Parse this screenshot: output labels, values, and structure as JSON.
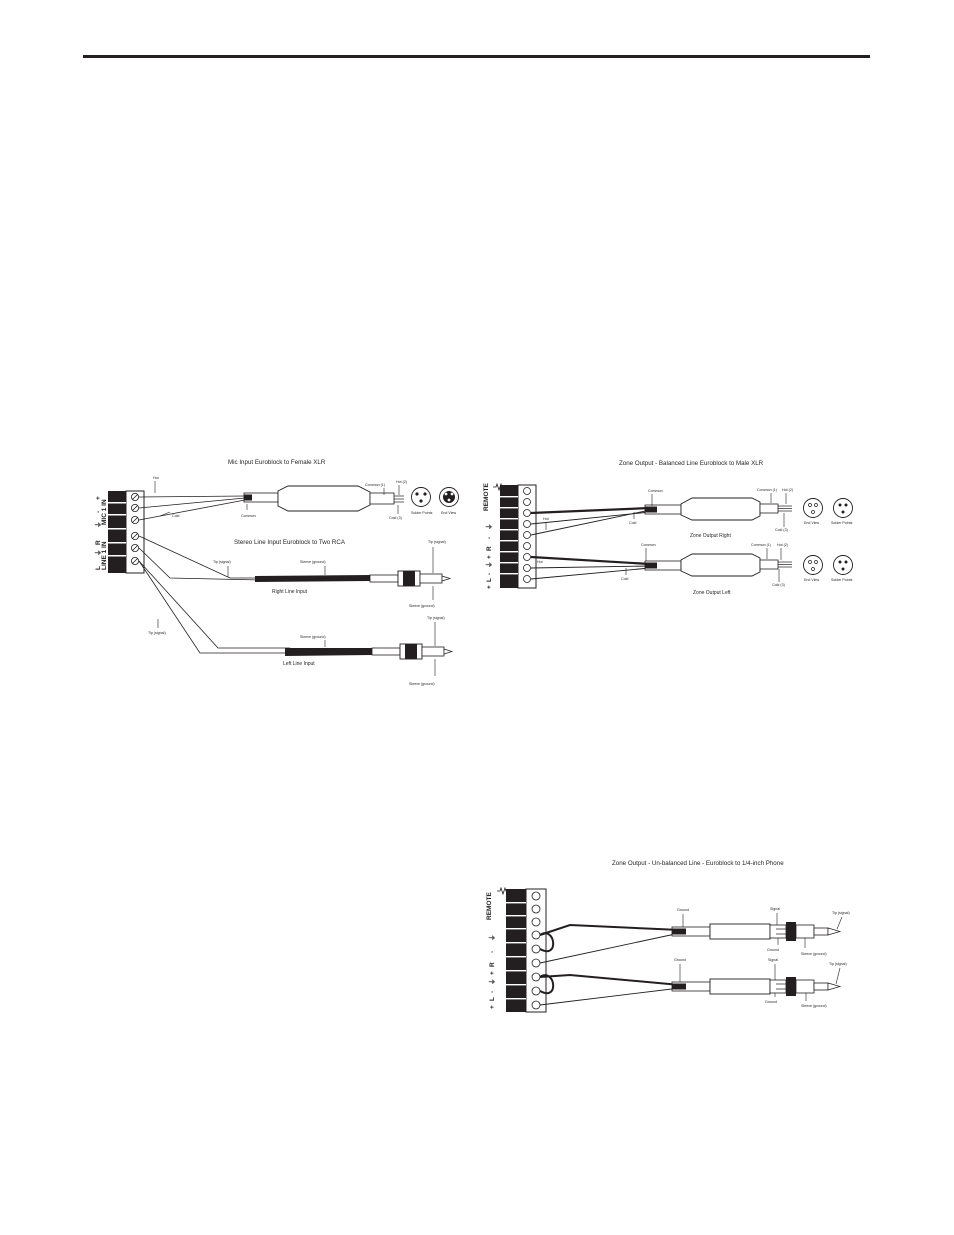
{
  "fig1": {
    "title": "Mic Input Euroblock to  Female XLR",
    "side_labels": [
      "L",
      "⏚",
      "R",
      "LINE 1 IN",
      "⏚",
      "-",
      "+",
      "MIC 1 IN"
    ],
    "hot": "Hot",
    "cold": "Cold",
    "common": "Common",
    "xlr_common": "Common (1)",
    "xlr_hot": "Hot (2)",
    "xlr_cold": "Cold (3)",
    "solder_points": "Solder Points",
    "end_view": "End View"
  },
  "fig2": {
    "title": "Stereo Line Input Euroblock to  Two RCA",
    "tip_signal_r": "Tip (signal)",
    "sleeve_ground_r": "Sleeve (ground)",
    "right_line_input": "Right Line Input",
    "tip_signal_rca1": "Tip (signal)",
    "sleeve_ground_rca1": "Sleeve (ground)",
    "tip_signal_l": "Tip (signal)",
    "sleeve_ground_l": "Sleeve (ground)",
    "left_line_input": "Left Line Input",
    "tip_signal_rca2": "Tip (signal)",
    "sleeve_ground_rca2": "Sleeve (ground)"
  },
  "fig3": {
    "title": "Zone Output - Balanced Line Euroblock to  Male XLR",
    "side_labels": [
      "REMOTE",
      "⏚",
      "-",
      "R",
      "+",
      "⏚",
      "-",
      "L",
      "+"
    ],
    "common_top": "Common",
    "cold_top": "Cold",
    "hot_top": "Hot",
    "xlr_common_r": "Common (1)",
    "xlr_hot_r": "Hot (2)",
    "xlr_cold_r": "Cold (3)",
    "end_view_r": "End View",
    "solder_points_r": "Solder Points",
    "zone_output_right": "Zone Output Right",
    "common_bottom": "Common",
    "hot_bottom": "Hot",
    "cold_bottom": "Cold",
    "xlr_common_l": "Common (1)",
    "xlr_hot_l": "Hot (2)",
    "xlr_cold_l": "Cold (3)",
    "end_view_l": "End View",
    "solder_points_l": "Solder Points",
    "zone_output_left": "Zone Output Left"
  },
  "fig4": {
    "title": "Zone Output - Un-balanced Line - Euroblock to  1/4-inch Phone",
    "side_labels": [
      "REMOTE",
      "⏚",
      "-",
      "R",
      "+",
      "⏚",
      "-",
      "L",
      "+"
    ],
    "ground_top": "Ground",
    "signal_top": "Signal",
    "ground_top2": "Ground",
    "tip_signal_top": "Tip (signal)",
    "sleeve_ground_top": "Sleeve (ground)",
    "ground_bottom": "Ground",
    "signal_bottom": "Signal",
    "ground_bottom2": "Ground",
    "tip_signal_bottom": "Tip (signal)",
    "sleeve_ground_bottom": "Sleeve (ground)"
  }
}
